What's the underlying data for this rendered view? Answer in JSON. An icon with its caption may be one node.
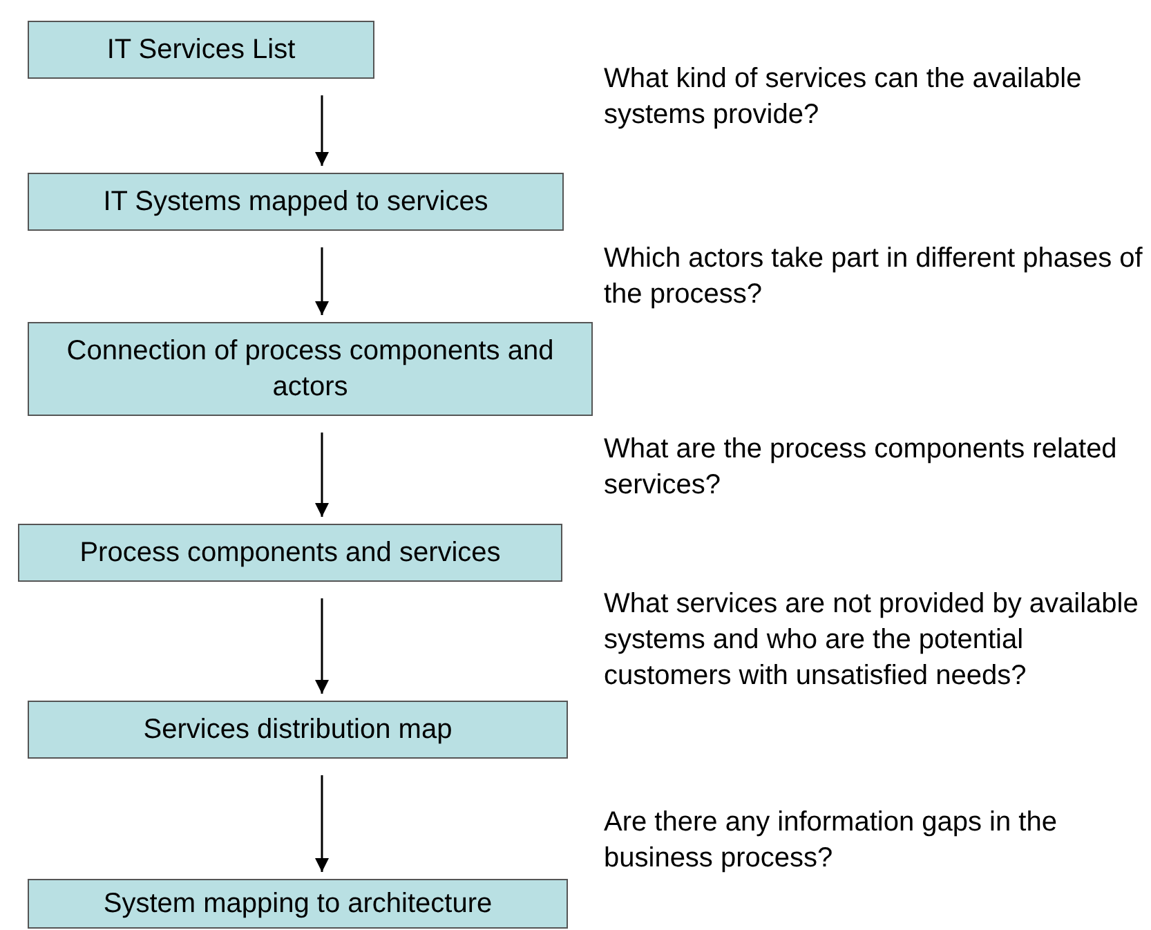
{
  "diagram": {
    "nodes": [
      {
        "text": [
          "IT Services List"
        ]
      },
      {
        "text": [
          "IT Systems mapped to services"
        ]
      },
      {
        "text": [
          "Connection of process components and actors"
        ]
      },
      {
        "text": [
          "Process components and services"
        ]
      },
      {
        "text": [
          "Services distribution map"
        ]
      },
      {
        "text": [
          "System mapping to architecture"
        ]
      }
    ],
    "edges": [
      {
        "from": 0,
        "to": 1,
        "arrow": "to"
      },
      {
        "from": 1,
        "to": 2,
        "arrow": "to"
      },
      {
        "from": 2,
        "to": 3,
        "arrow": "to"
      },
      {
        "from": 3,
        "to": 4,
        "arrow": "to"
      },
      {
        "from": 4,
        "to": 5,
        "arrow": "to"
      }
    ],
    "labels": [
      "What kind of services can the available systems provide?",
      "Which actors take part in different phases of the process?",
      "What are the process components related services?",
      "What services are not provided by available systems and who are the potential customers with unsatisfied needs?",
      "Are there any information gaps in the business process?"
    ]
  }
}
